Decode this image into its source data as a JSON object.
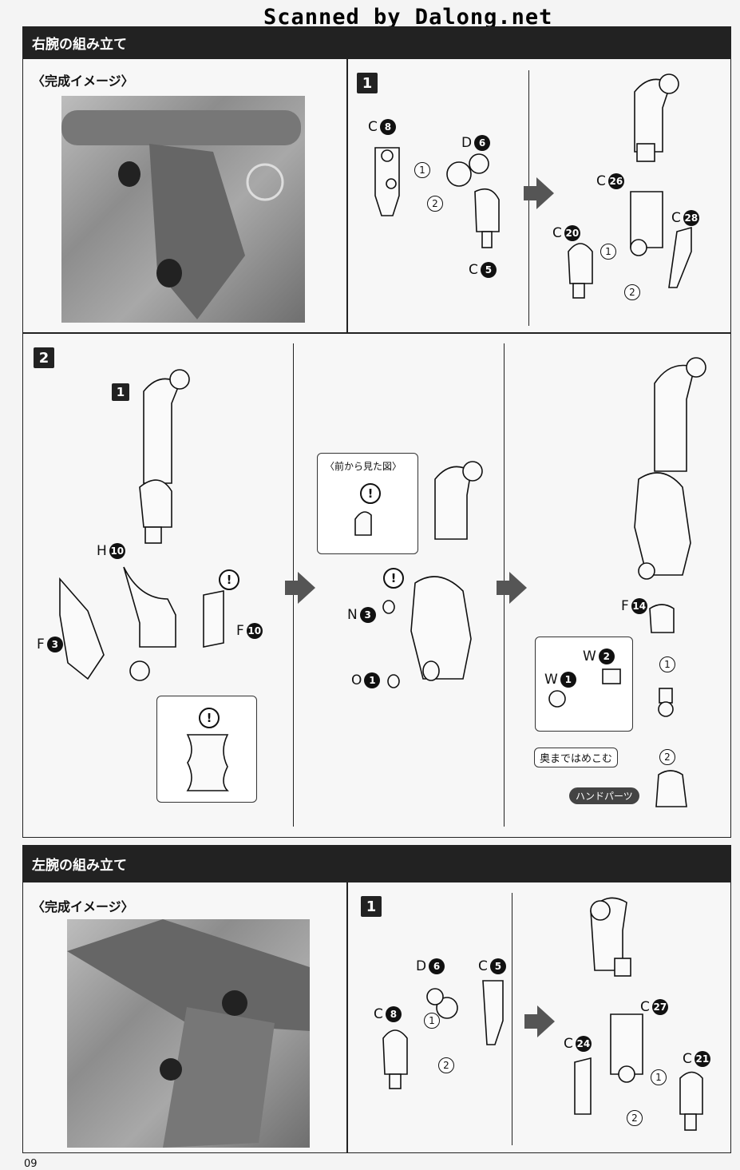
{
  "watermark": "Scanned by Dalong.net",
  "page_number": "09",
  "right_arm": {
    "title": "右腕の組み立て",
    "image_label": "〈完成イメージ〉",
    "step1": {
      "number": "1",
      "labels": {
        "c8": {
          "letter": "C",
          "num": "8"
        },
        "d6": {
          "letter": "D",
          "num": "6"
        },
        "c5": {
          "letter": "C",
          "num": "5"
        },
        "c26": {
          "letter": "C",
          "num": "26"
        },
        "c28": {
          "letter": "C",
          "num": "28"
        },
        "c20": {
          "letter": "C",
          "num": "20"
        }
      }
    },
    "step2": {
      "number": "2",
      "sub_ref": "1",
      "front_view_label": "〈前から見た図〉",
      "push_in_label": "奥まではめこむ",
      "hand_parts_label": "ハンドパーツ",
      "labels": {
        "h10": {
          "letter": "H",
          "num": "10"
        },
        "f3": {
          "letter": "F",
          "num": "3"
        },
        "f10": {
          "letter": "F",
          "num": "10"
        },
        "n3": {
          "letter": "N",
          "num": "3"
        },
        "o1": {
          "letter": "O",
          "num": "1"
        },
        "f14": {
          "letter": "F",
          "num": "14"
        },
        "w2": {
          "letter": "W",
          "num": "2"
        },
        "w1": {
          "letter": "W",
          "num": "1"
        }
      }
    }
  },
  "left_arm": {
    "title": "左腕の組み立て",
    "image_label": "〈完成イメージ〉",
    "step1": {
      "number": "1",
      "labels": {
        "d6": {
          "letter": "D",
          "num": "6"
        },
        "c5": {
          "letter": "C",
          "num": "5"
        },
        "c8": {
          "letter": "C",
          "num": "8"
        },
        "c27": {
          "letter": "C",
          "num": "27"
        },
        "c24": {
          "letter": "C",
          "num": "24"
        },
        "c21": {
          "letter": "C",
          "num": "21"
        }
      }
    }
  },
  "order_marks": {
    "one": "1",
    "two": "2"
  },
  "warning_mark": "!"
}
